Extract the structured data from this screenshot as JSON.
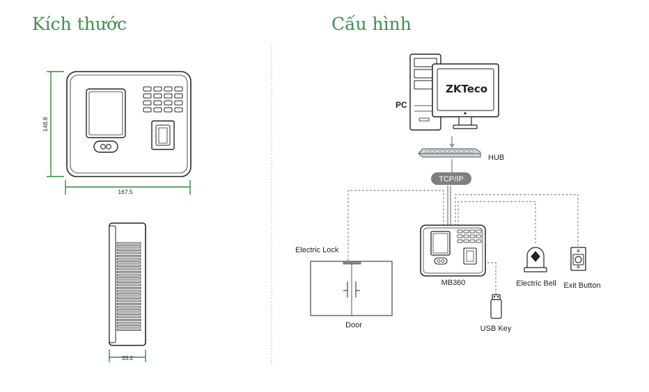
{
  "headings": {
    "dimensions": "Kích thước",
    "configuration": "Cấu hình"
  },
  "dimensions": {
    "height": "148.8",
    "width": "167.5",
    "depth": "33.2"
  },
  "configuration": {
    "pc_label": "PC",
    "brand_logo": "ZKTeco",
    "hub_label": "HUB",
    "protocol_label": "TCP/IP",
    "device_label": "MB360",
    "electric_lock_label": "Electric Lock",
    "door_label": "Door",
    "usb_key_label": "USB Key",
    "electric_bell_label": "Electric Bell",
    "exit_button_label": "Exit Button"
  },
  "colors": {
    "heading": "#3f8f4a",
    "dimension_line": "#2e8b3a",
    "connector_dashed": "#9a9a9a",
    "device_outline": "#222222"
  }
}
